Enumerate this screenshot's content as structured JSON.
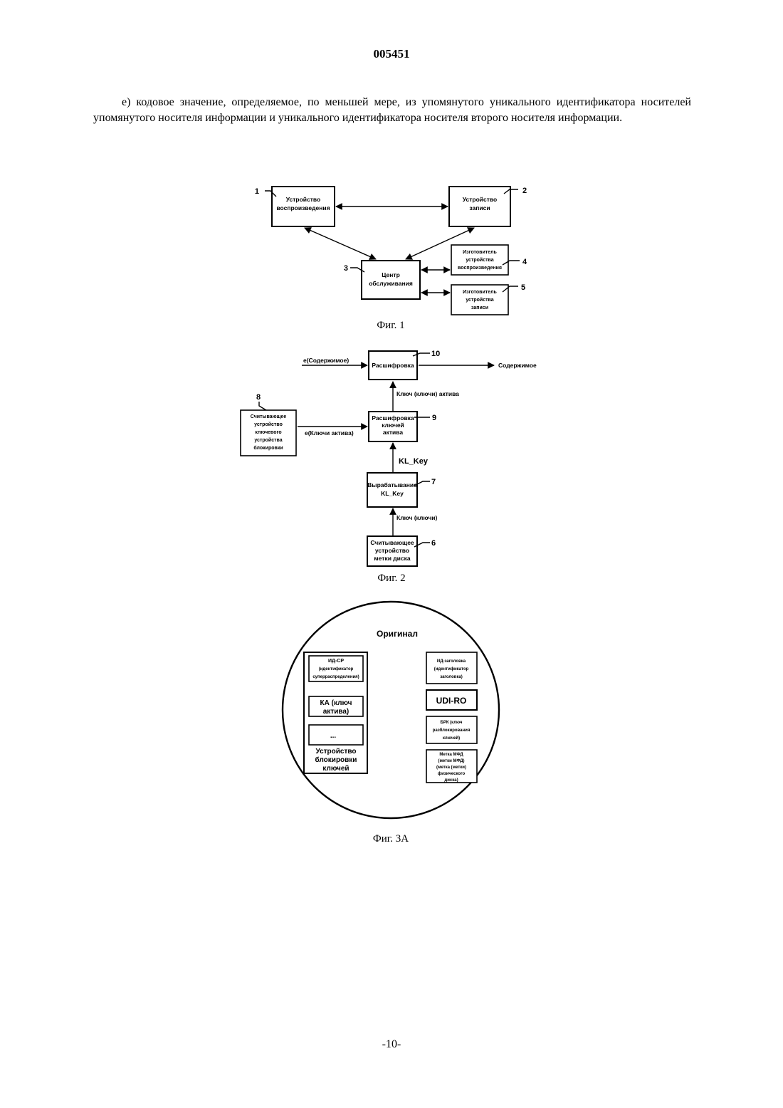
{
  "doc_number": "005451",
  "paragraph": "е) кодовое значение, определяемое, по меньшей мере, из упомянутого уникального идентификатора носителей упомянутого носителя информации и уникального идентификатора носителя второго носителя информации.",
  "fig1": {
    "caption": "Фиг. 1",
    "nodes": {
      "playback": {
        "num": "1",
        "line1": "Устройство",
        "line2": "воспроизведения"
      },
      "recorder": {
        "num": "2",
        "line1": "Устройство",
        "line2": "записи"
      },
      "center": {
        "num": "3",
        "line1": "Центр",
        "line2": "обслуживания"
      },
      "mfr_playback": {
        "num": "4",
        "line1": "Изготовитель",
        "line2": "устройства",
        "line3": "воспроизведения"
      },
      "mfr_recorder": {
        "num": "5",
        "line1": "Изготовитель",
        "line2": "устройства",
        "line3": "записи"
      }
    }
  },
  "fig2": {
    "caption": "Фиг. 2",
    "decrypt": {
      "num": "10",
      "label": "Расшифровка"
    },
    "input_label": "e(Содержимое)",
    "output_label": "Содержимое",
    "asset_keys_label": "Ключ (ключи) актива",
    "key_decrypt": {
      "num": "9",
      "line1": "Расшифровка",
      "line2": "ключей",
      "line3": "актива"
    },
    "reader8": {
      "num": "8",
      "line1": "Считывающее",
      "line2": "устройство",
      "line3": "ключевого",
      "line4": "устройства",
      "line5": "блокировки"
    },
    "enc_asset_keys_label": "e(Ключи актива)",
    "kl_key_label": "KL_Key",
    "generate": {
      "num": "7",
      "line1": "Вырабатывание",
      "line2": "KL_Key"
    },
    "keys_label": "Ключ (ключи)",
    "reader6": {
      "num": "6",
      "line1": "Считывающее",
      "line2": "устройство",
      "line3": "метки диска"
    }
  },
  "fig3a": {
    "caption": "Фиг. 3А",
    "title": "Оригинал",
    "id_sr": {
      "line1": "ИД-СР",
      "line2": "(идентификатор",
      "line3": "суперраспределения)"
    },
    "ka": {
      "line1": "КА (ключ",
      "line2": "актива)"
    },
    "ellipsis": "...",
    "lockbox": {
      "line1": "Устройство",
      "line2": "блокировки",
      "line3": "ключей"
    },
    "id_title": {
      "line1": "ИД-заголовка",
      "line2": "(идентификатор",
      "line3": "заголовка)"
    },
    "udi": "UDI-RO",
    "brk": {
      "line1": "БРК (ключ",
      "line2": "разблокирования",
      "line3": "ключей)"
    },
    "mfd": {
      "line1": "Метка МФД",
      "line2": "(метки МФД)",
      "line3": "(метка (метки)",
      "line4": "физического",
      "line5": "диска)"
    }
  },
  "page_number": "-10-"
}
